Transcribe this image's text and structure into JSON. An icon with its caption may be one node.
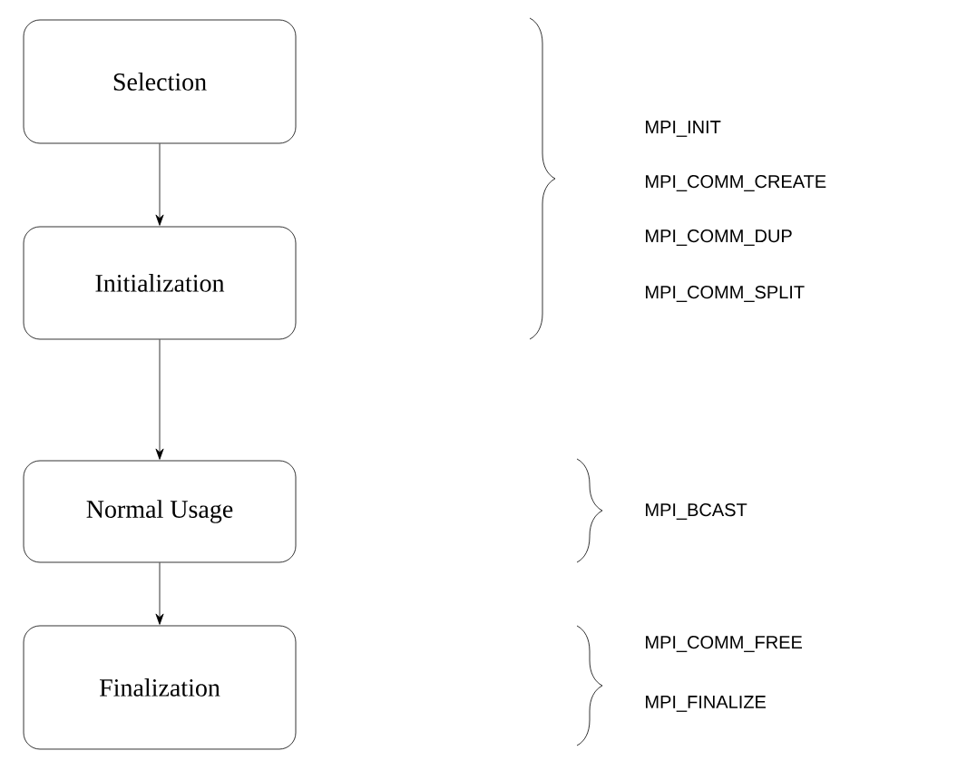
{
  "diagram": {
    "nodes": [
      {
        "text": [
          "Selection"
        ]
      },
      {
        "text": [
          "Initialization"
        ]
      },
      {
        "text": [
          "Normal Usage"
        ]
      },
      {
        "text": [
          "Finalization"
        ]
      }
    ],
    "edges": [
      {
        "from": 0,
        "to": 1,
        "arrow": "to"
      },
      {
        "from": 1,
        "to": 2,
        "arrow": "to"
      },
      {
        "from": 2,
        "to": 3,
        "arrow": "to"
      }
    ],
    "labels": [
      "MPI_INIT",
      "MPI_COMM_CREATE",
      "MPI_COMM_DUP",
      "MPI_COMM_SPLIT",
      "MPI_BCAST",
      "MPI_COMM_FREE",
      "MPI_FINALIZE"
    ]
  }
}
